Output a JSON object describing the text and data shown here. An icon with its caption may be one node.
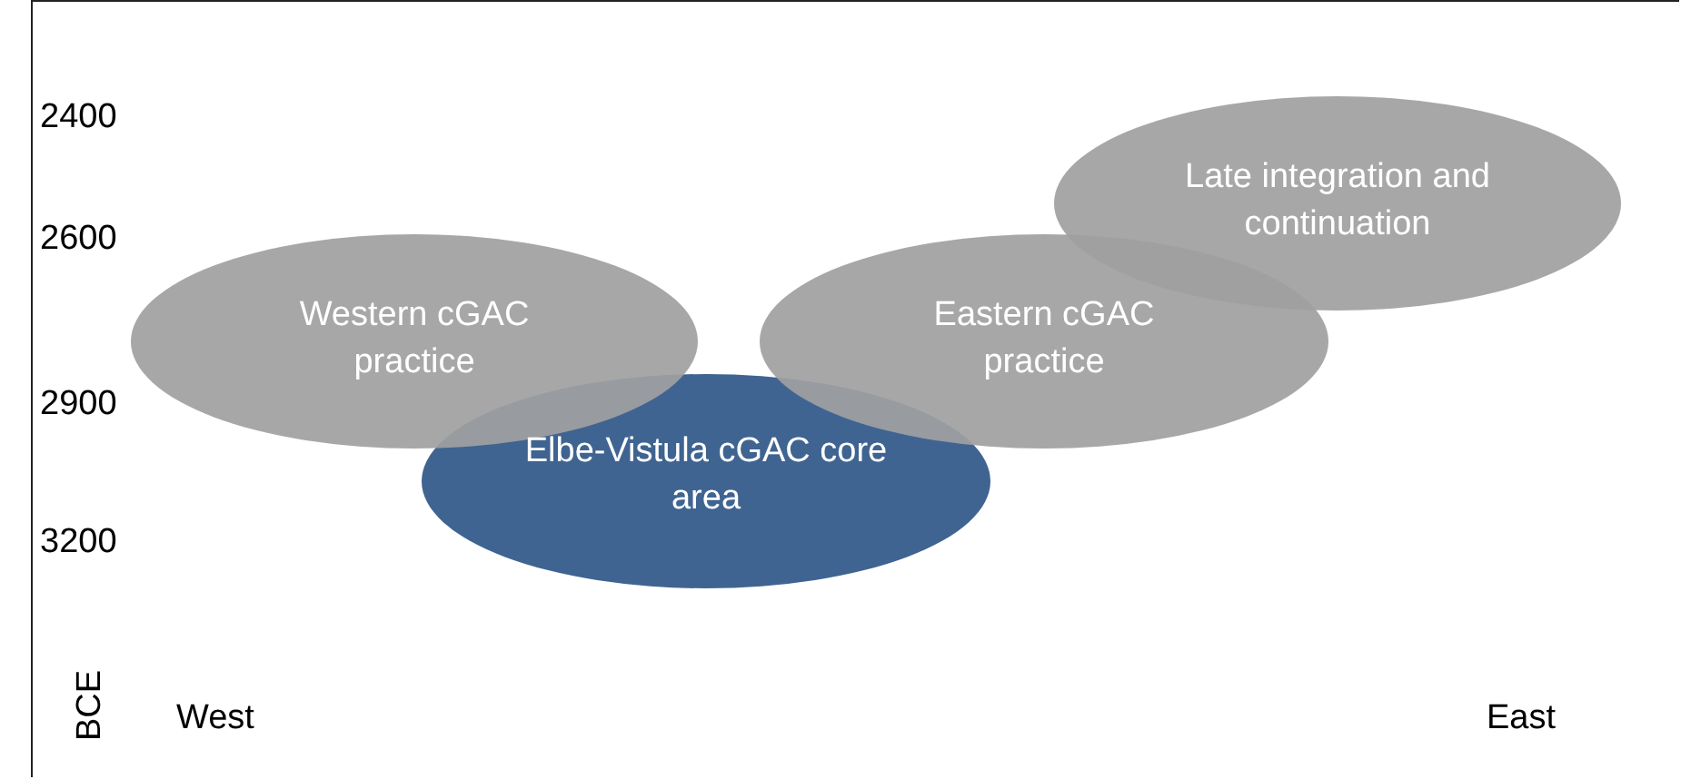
{
  "diagram": {
    "nodes": [
      {
        "text": [
          "Western cGAC practice"
        ]
      },
      {
        "text": [
          "Elbe-Vistula cGAC core area"
        ]
      },
      {
        "text": [
          "Eastern cGAC practice"
        ]
      },
      {
        "text": [
          "Late integration and continuation"
        ]
      }
    ],
    "labels": [
      "2400",
      "2600",
      "2900",
      "3200",
      "BCE",
      "West",
      "East"
    ]
  }
}
